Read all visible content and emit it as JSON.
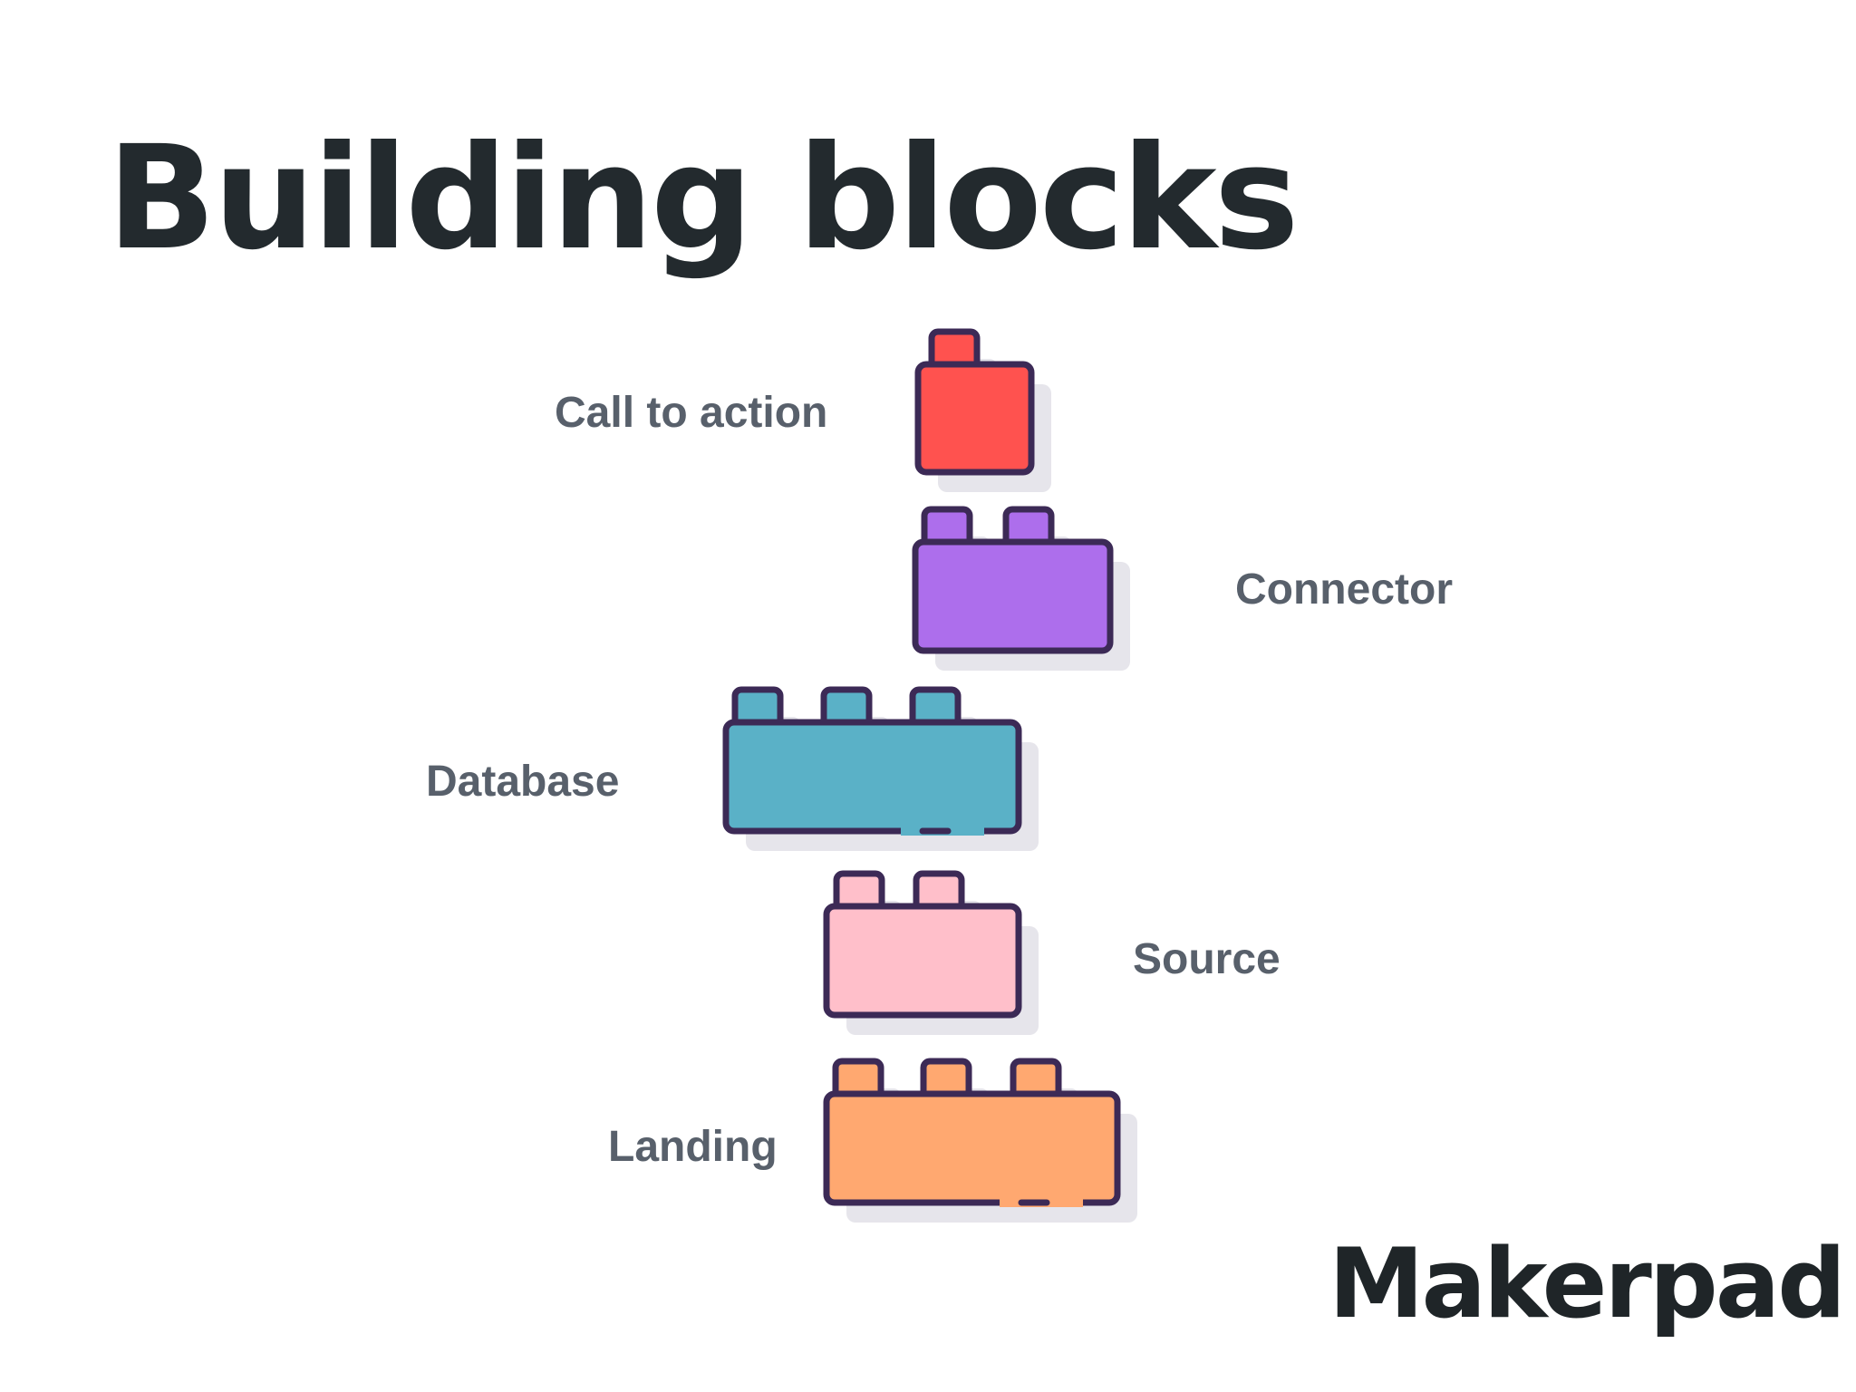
{
  "title": "Building blocks",
  "brand": "Makerpad",
  "colors": {
    "title": "#232a2e",
    "label": "#58606b",
    "outline": "#3c2a56",
    "shadow": "#e6e5eb"
  },
  "blocks": [
    {
      "label": "Call to action",
      "color": "#ff524f",
      "studs": 1
    },
    {
      "label": "Connector",
      "color": "#ad6eec",
      "studs": 2
    },
    {
      "label": "Database",
      "color": "#5ab1c7",
      "studs": 3
    },
    {
      "label": "Source",
      "color": "#ffbfca",
      "studs": 2
    },
    {
      "label": "Landing",
      "color": "#ffa870",
      "studs": 3
    }
  ]
}
